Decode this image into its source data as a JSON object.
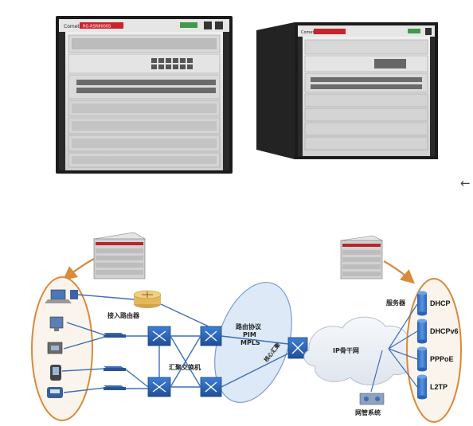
{
  "photos": {
    "brand_text": "Comet",
    "badge_text": "RG-RSR8000S",
    "arrow_glyph": "←"
  },
  "diagram": {
    "labels": {
      "access_router": "接入路由器",
      "aggregation_switch": "汇聚交换机",
      "routing_protocols": [
        "路由协议",
        "PIM",
        "MPLS"
      ],
      "core_router": "核心汇聚",
      "ip_backbone": "IP骨干网",
      "server_group": "服务器",
      "nms": "网管系统"
    },
    "services": [
      "DHCP",
      "DHCPv6",
      "PPPoE",
      "L2TP"
    ]
  },
  "colors": {
    "ellipse_stroke": "#d98a3a",
    "ellipse_fill": "#fbf4ec",
    "routing_ellipse_fill": "#dde9f7",
    "routing_ellipse_stroke": "#7a9ccf",
    "link_color": "#3d6fb6",
    "server_blue": "#2f6fc9",
    "brand_red": "#c8242b"
  }
}
